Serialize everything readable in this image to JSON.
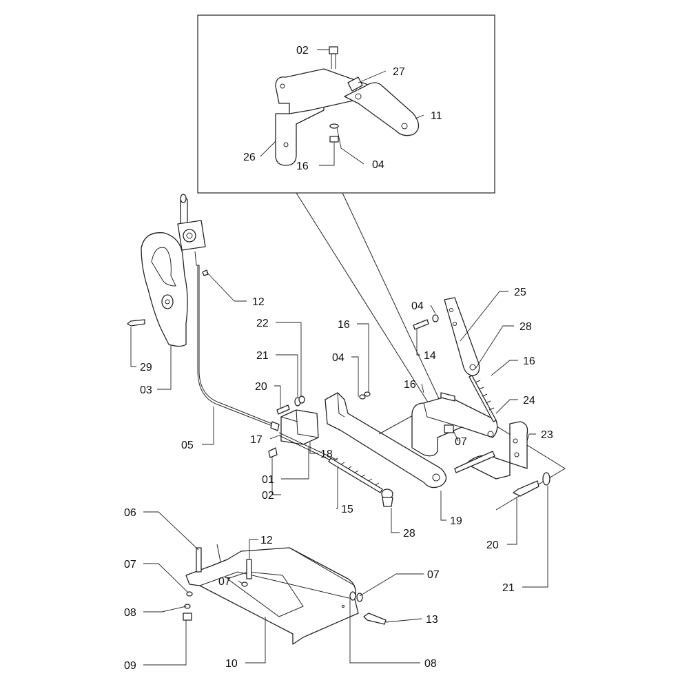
{
  "callouts": {
    "inset": [
      "02",
      "27",
      "11",
      "26",
      "16",
      "04"
    ],
    "main": [
      "12",
      "29",
      "03",
      "22",
      "21",
      "20",
      "16",
      "04",
      "05",
      "17",
      "18",
      "01",
      "02",
      "15",
      "28",
      "19",
      "16",
      "07",
      "04",
      "14",
      "25",
      "28",
      "16",
      "24",
      "23",
      "20",
      "21"
    ],
    "cover": [
      "06",
      "12",
      "07",
      "07",
      "08",
      "09",
      "10",
      "07",
      "13",
      "08"
    ]
  }
}
